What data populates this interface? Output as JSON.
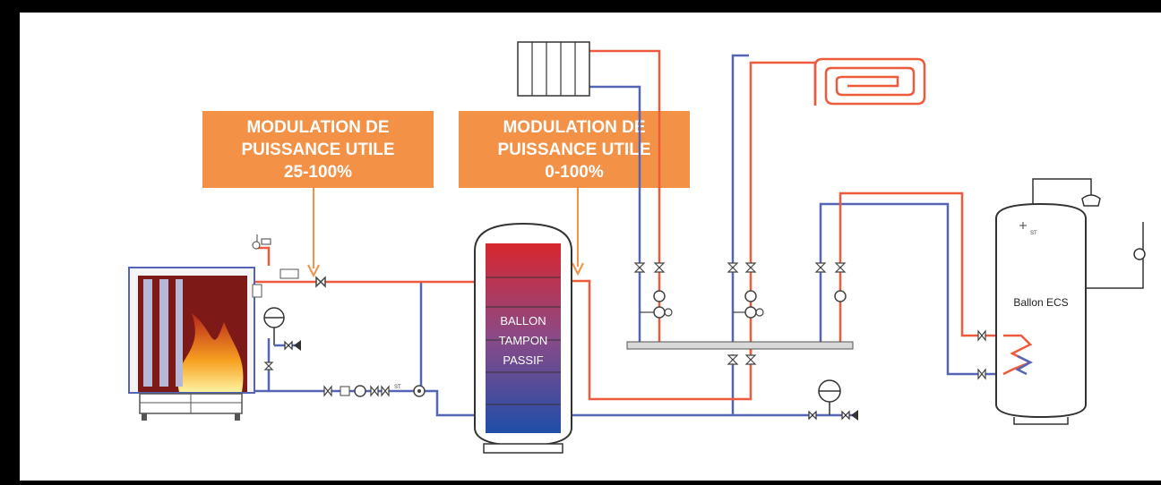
{
  "callouts": [
    {
      "line1": "MODULATION DE",
      "line2": "PUISSANCE UTILE",
      "line3": "25-100%"
    },
    {
      "line1": "MODULATION DE",
      "line2": "PUISSANCE UTILE",
      "line3": "0-100%"
    }
  ],
  "buffer_tank": {
    "line1": "BALLON",
    "line2": "TAMPON",
    "line3": "PASSIF"
  },
  "dhw_tank": {
    "label": "Ballon ECS"
  },
  "colors": {
    "hot": "#ef5a3c",
    "cold": "#5564b4",
    "callout": "#f39146",
    "frame": "#000000",
    "panel": "#ffffff"
  }
}
